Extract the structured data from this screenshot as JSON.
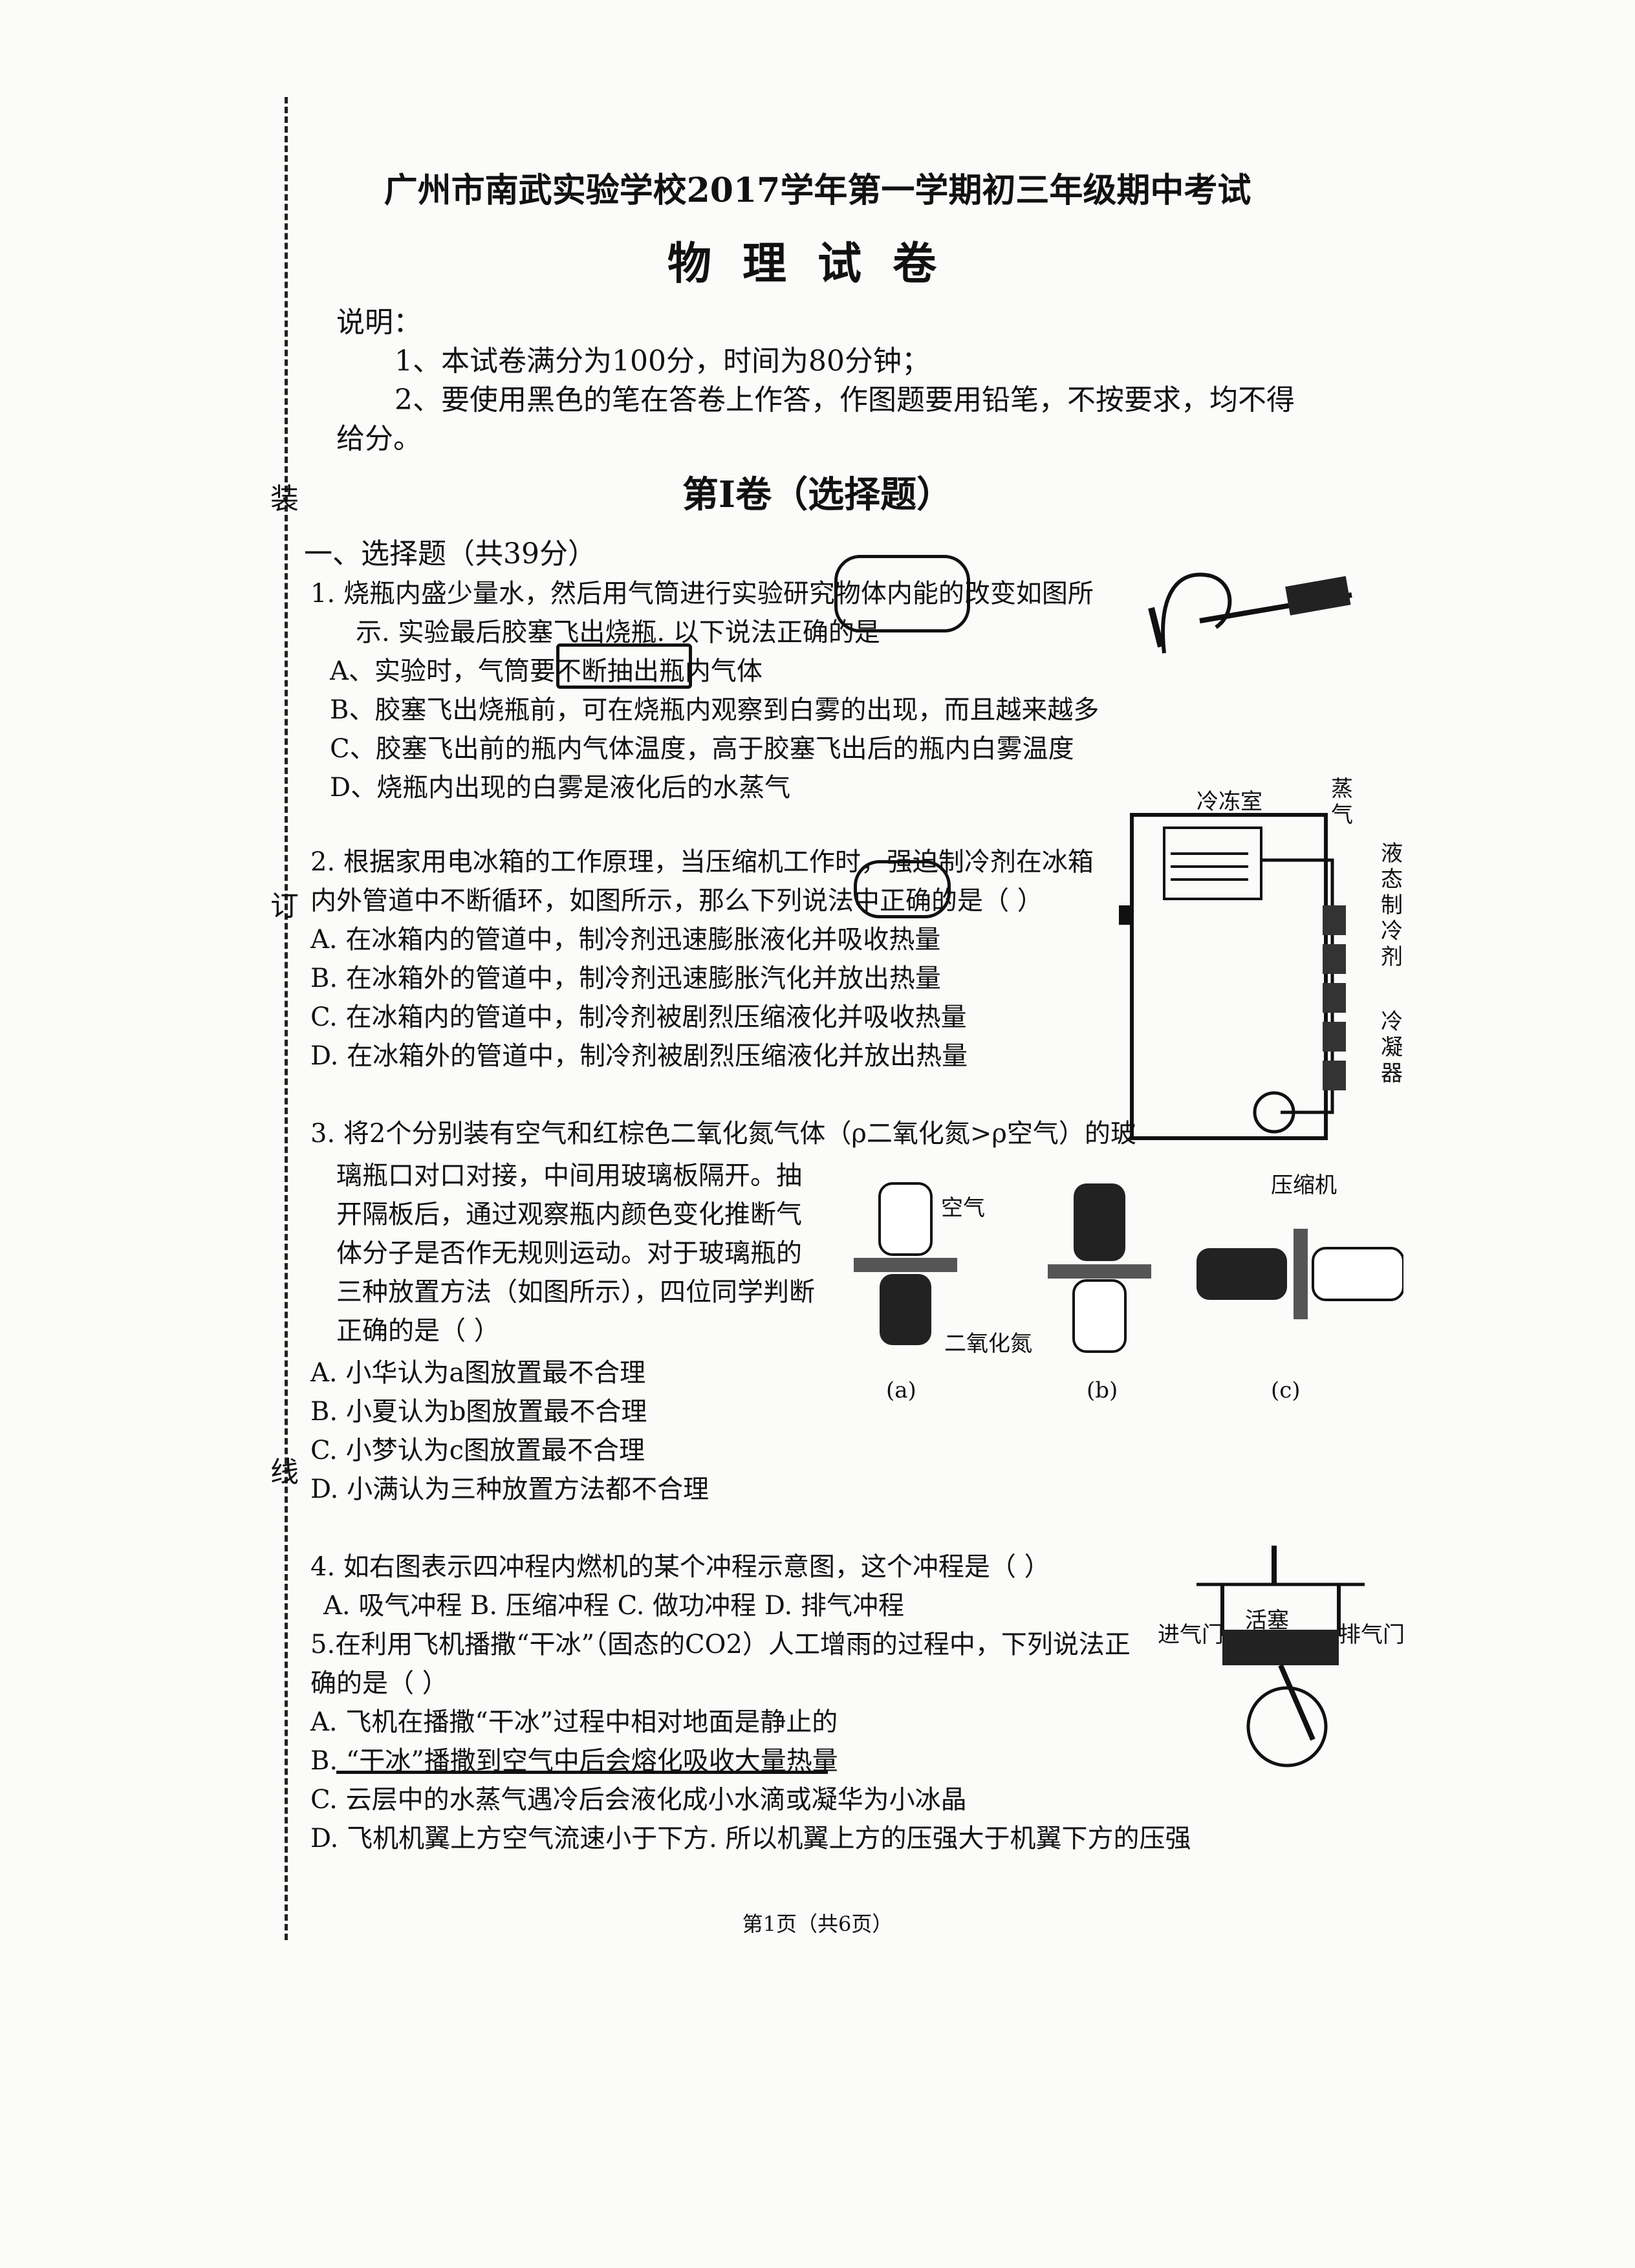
{
  "margin": {
    "chars": [
      "装",
      "订",
      "线"
    ]
  },
  "header": {
    "school_title": "广州市南武实验学校2017学年第一学期初三年级期中考试",
    "subject_title": "物理试卷"
  },
  "instructions": {
    "heading": "说明：",
    "items": [
      "1、本试卷满分为100分，时间为80分钟；",
      "2、要使用黑色的笔在答卷上作答，作图题要用铅笔，不按要求，均不得",
      "给分。"
    ]
  },
  "section_title": "第Ⅰ卷（选择题）",
  "part_heading": "一、选择题（共39分）",
  "q1": {
    "stem": [
      "1. 烧瓶内盛少量水，然后用气筒进行实验研究物体内能的改变如图所",
      "示. 实验最后胶塞飞出烧瓶. 以下说法正确的是"
    ],
    "options": [
      "A、实验时，气筒要不断抽出瓶内气体",
      "B、胶塞飞出烧瓶前，可在烧瓶内观察到白雾的出现，而且越来越多",
      "C、胶塞飞出前的瓶内气体温度，高于胶塞飞出后的瓶内白雾温度",
      "D、烧瓶内出现的白雾是液化后的水蒸气"
    ]
  },
  "q2": {
    "stem": [
      "2. 根据家用电冰箱的工作原理，当压缩机工作时，强迫制冷剂在冰箱",
      "内外管道中不断循环，如图所示，那么下列说法中正确的是（ ）"
    ],
    "options": [
      "A. 在冰箱内的管道中，制冷剂迅速膨胀液化并吸收热量",
      "B. 在冰箱外的管道中，制冷剂迅速膨胀汽化并放出热量",
      "C. 在冰箱内的管道中，制冷剂被剧烈压缩液化并吸收热量",
      "D. 在冰箱外的管道中，制冷剂被剧烈压缩液化并放出热量"
    ],
    "figure": {
      "freezer": "冷冻室",
      "vapor": "蒸气",
      "liquid": "液态制冷剂",
      "condenser": "冷凝器",
      "compressor": "压缩机"
    }
  },
  "q3": {
    "stem": [
      "3. 将2个分别装有空气和红棕色二氧化氮气体（ρ二氧化氮>ρ空气）的玻",
      "璃瓶口对口对接，中间用玻璃板隔开。抽",
      "开隔板后，通过观察瓶内颜色变化推断气",
      "体分子是否作无规则运动。对于玻璃瓶的",
      "三种放置方法（如图所示），四位同学判断",
      "正确的是（ ）"
    ],
    "options": [
      "A. 小华认为a图放置最不合理",
      "B. 小夏认为b图放置最不合理",
      "C. 小梦认为c图放置最不合理",
      "D. 小满认为三种放置方法都不合理"
    ],
    "figure": {
      "air": "空气",
      "no2": "二氧化氮",
      "labels": [
        "(a)",
        "(b)",
        "(c)"
      ]
    }
  },
  "q4": {
    "stem": "4. 如右图表示四冲程内燃机的某个冲程示意图，这个冲程是（ ）",
    "options": "A. 吸气冲程  B. 压缩冲程  C. 做功冲程  D. 排气冲程",
    "figure": {
      "piston": "活塞",
      "intake": "进气门",
      "exhaust": "排气门"
    }
  },
  "q5": {
    "stem": [
      "5.在利用飞机播撒“干冰”（固态的CO2）人工增雨的过程中，下列说法正",
      "确的是（ ）"
    ],
    "options": [
      "A. 飞机在播撒“干冰”过程中相对地面是静止的",
      "B. “干冰”播撒到空气中后会熔化吸收大量热量",
      "C. 云层中的水蒸气遇冷后会液化成小水滴或凝华为小冰晶",
      "D. 飞机机翼上方空气流速小于下方. 所以机翼上方的压强大于机翼下方的压强"
    ]
  },
  "footer": "第1页（共6页）"
}
